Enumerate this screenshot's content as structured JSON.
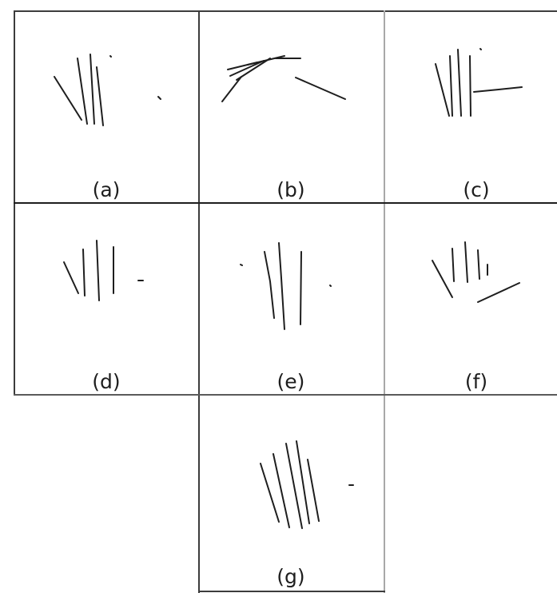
{
  "colors": {
    "border_dark": "#3c3c3c",
    "border_light": "#a8a8a8",
    "stroke": "#1e1e1e",
    "background": "#ffffff"
  },
  "panels": [
    {
      "id": "a",
      "caption": "(a)"
    },
    {
      "id": "b",
      "caption": "(b)"
    },
    {
      "id": "c",
      "caption": "(c)"
    },
    {
      "id": "d",
      "caption": "(d)"
    },
    {
      "id": "e",
      "caption": "(e)"
    },
    {
      "id": "f",
      "caption": "(f)"
    },
    {
      "id": "g",
      "caption": "(g)"
    }
  ]
}
